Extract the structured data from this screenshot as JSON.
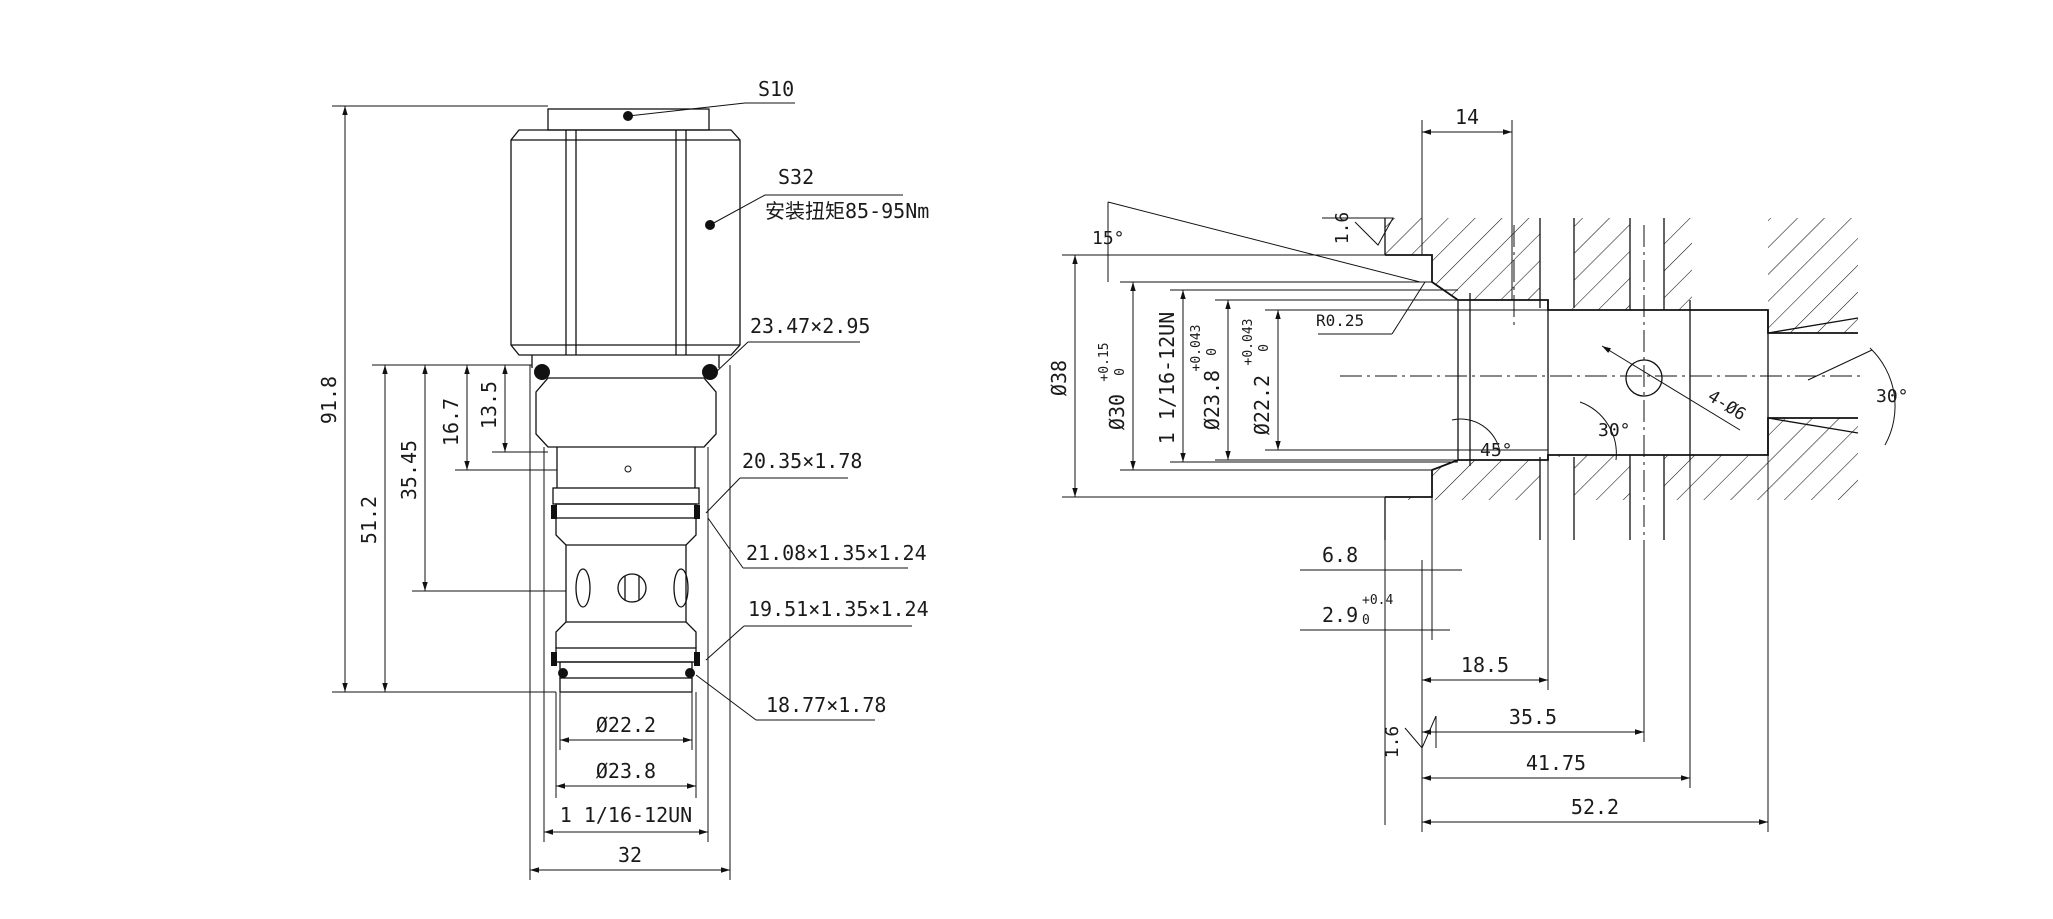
{
  "left_view": {
    "callout_hex_small": "S10",
    "callout_hex_large": "S32",
    "callout_torque": "安装扭矩85-95Nm",
    "oring_top": "23.47×2.95",
    "oring_mid": "20.35×1.78",
    "backup_upper": "21.08×1.35×1.24",
    "backup_lower": "19.51×1.35×1.24",
    "oring_bottom": "18.77×1.78",
    "dim_total_height": "91.8",
    "dim_body_length": "51.2",
    "dim_port_depth": "35.45",
    "dim_thread_length": "16.7",
    "dim_thread_top": "13.5",
    "dim_dia_small": "Ø22.2",
    "dim_dia_mid": "Ø23.8",
    "dim_thread": "1 1/16-12UN",
    "dim_hex_width": "32"
  },
  "right_view": {
    "dim_top": "14",
    "roughness_top": "1.6",
    "roughness_bottom": "1.6",
    "angle_chamfer": "15°",
    "dim_bore_38": "Ø38",
    "dim_bore_30": "Ø30",
    "tol_30_upper": "+0.15",
    "tol_30_lower": "0",
    "dim_thread": "1 1/16-12UN",
    "dim_bore_23_8": "Ø23.8",
    "tol_23_8_upper": "+0.043",
    "tol_23_8_lower": "0",
    "dim_bore_22_2": "Ø22.2",
    "tol_22_2_upper": "+0.043",
    "tol_22_2_lower": "0",
    "radius": "R0.25",
    "angle_45": "45°",
    "angle_30_inner": "30°",
    "angle_30_outer": "30°",
    "holes": "4-Ø6",
    "dim_6_8": "6.8",
    "dim_2_9": "2.9",
    "tol_2_9_upper": "+0.4",
    "tol_2_9_lower": "0",
    "dim_18_5": "18.5",
    "dim_35_5": "35.5",
    "dim_41_75": "41.75",
    "dim_52_2": "52.2"
  }
}
